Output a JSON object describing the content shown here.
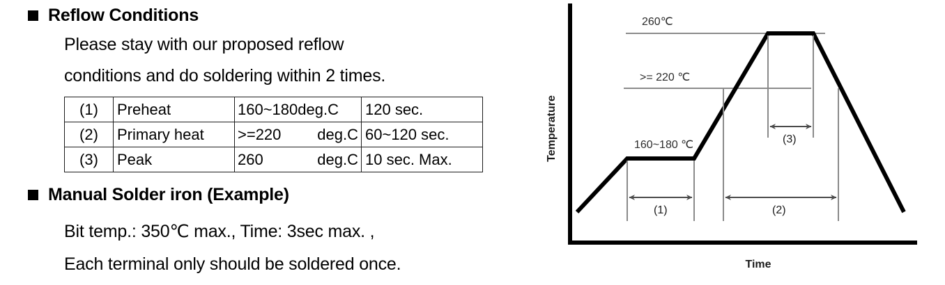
{
  "sections": [
    {
      "heading": "Reflow Conditions",
      "lines": [
        "Please stay with our proposed reflow",
        "conditions and do soldering within 2 times."
      ]
    },
    {
      "heading": "Manual Solder iron (Example)",
      "lines": [
        "Bit temp.: 350℃  max., Time: 3sec max. ,",
        "Each terminal only should be soldered once."
      ]
    }
  ],
  "table": {
    "rows": [
      {
        "index": "(1)",
        "stage": "Preheat",
        "temp_value": "160~180",
        "temp_unit": "deg.C",
        "temp_tight": true,
        "time": "120 sec."
      },
      {
        "index": "(2)",
        "stage": "Primary heat",
        "temp_value": ">=220",
        "temp_unit": "deg.C",
        "temp_tight": false,
        "time": "60~120 sec."
      },
      {
        "index": "(3)",
        "stage": "Peak",
        "temp_value": "260",
        "temp_unit": "deg.C",
        "temp_tight": false,
        "time": "10 sec. Max."
      }
    ]
  },
  "chart_data": {
    "type": "line",
    "title": "",
    "xlabel": "Time",
    "ylabel": "Temperature",
    "grid": false,
    "legend": null,
    "reference_lines": [
      {
        "label": "260℃",
        "value": 260
      },
      {
        "label": ">= 220 ℃",
        "value": 220
      }
    ],
    "annotations": [
      {
        "label": "160~180 ℃",
        "value": "160~180"
      },
      {
        "label": "(1)",
        "meaning": "Preheat duration, 120 sec."
      },
      {
        "label": "(2)",
        "meaning": "Primary heat duration above 220 deg.C, 60~120 sec."
      },
      {
        "label": "(3)",
        "meaning": "Peak duration at 260 deg.C, 10 sec. Max."
      }
    ],
    "series": [
      {
        "name": "Reflow profile",
        "points": [
          {
            "x": 0,
            "y": 25,
            "note": "start ramp"
          },
          {
            "x": 60,
            "y": 170,
            "note": "preheat plateau start"
          },
          {
            "x": 180,
            "y": 170,
            "note": "preheat plateau end"
          },
          {
            "x": 250,
            "y": 220,
            "note": "crosses 220 deg.C"
          },
          {
            "x": 310,
            "y": 260,
            "note": "peak plateau start"
          },
          {
            "x": 370,
            "y": 260,
            "note": "peak plateau end"
          },
          {
            "x": 430,
            "y": 220,
            "note": "falls below 220 deg.C"
          },
          {
            "x": 540,
            "y": 30,
            "note": "cooldown end"
          }
        ]
      }
    ],
    "xlim": [
      0,
      560
    ],
    "ylim": [
      0,
      290
    ]
  }
}
